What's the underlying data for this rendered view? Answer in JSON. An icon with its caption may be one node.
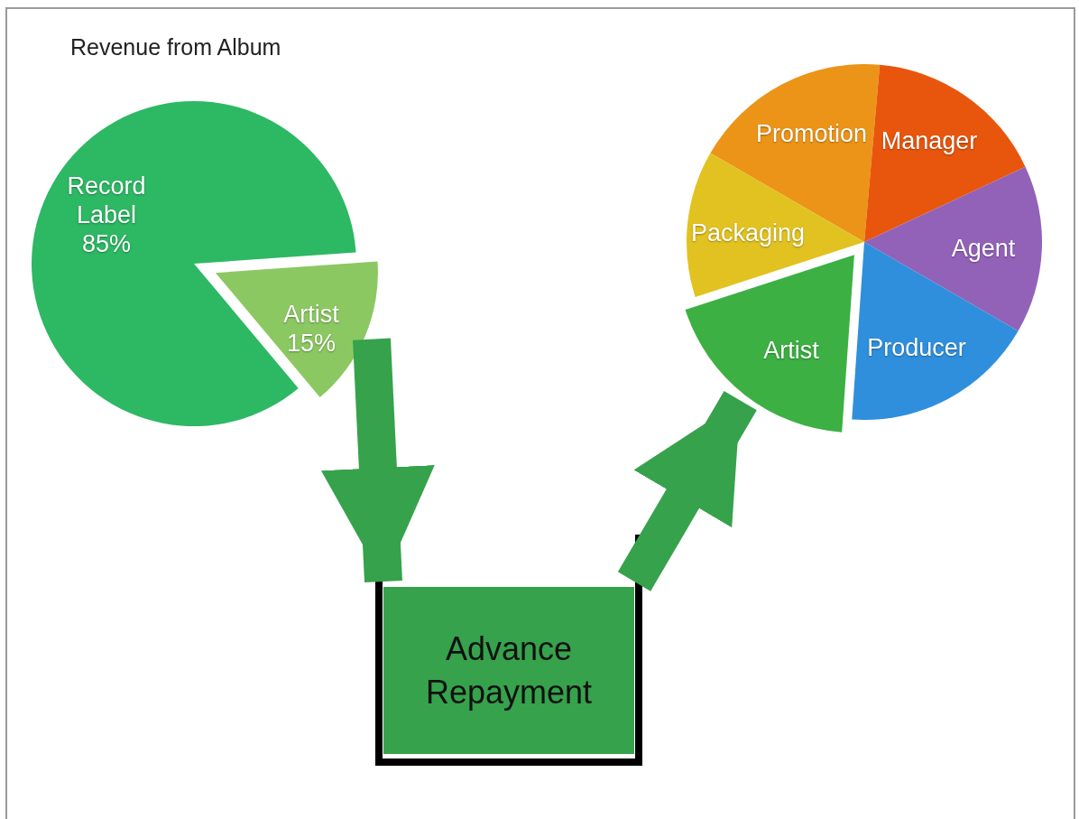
{
  "diagram": {
    "title": "Revenue from Album",
    "nodes": [
      {
        "text": [
          "Record Label 85%"
        ]
      },
      {
        "text": [
          "Artist 15%"
        ]
      },
      {
        "text": [
          "Advance Repayment"
        ]
      },
      {
        "text": [
          "Promotion"
        ]
      },
      {
        "text": [
          "Manager"
        ]
      },
      {
        "text": [
          "Agent"
        ]
      },
      {
        "text": [
          "Producer"
        ]
      },
      {
        "text": [
          "Artist"
        ]
      },
      {
        "text": [
          "Packaging"
        ]
      }
    ],
    "edges": [
      {
        "from": 1,
        "to": 2,
        "arrow": "to"
      },
      {
        "from": 2,
        "to": 7,
        "arrow": "to"
      }
    ]
  }
}
